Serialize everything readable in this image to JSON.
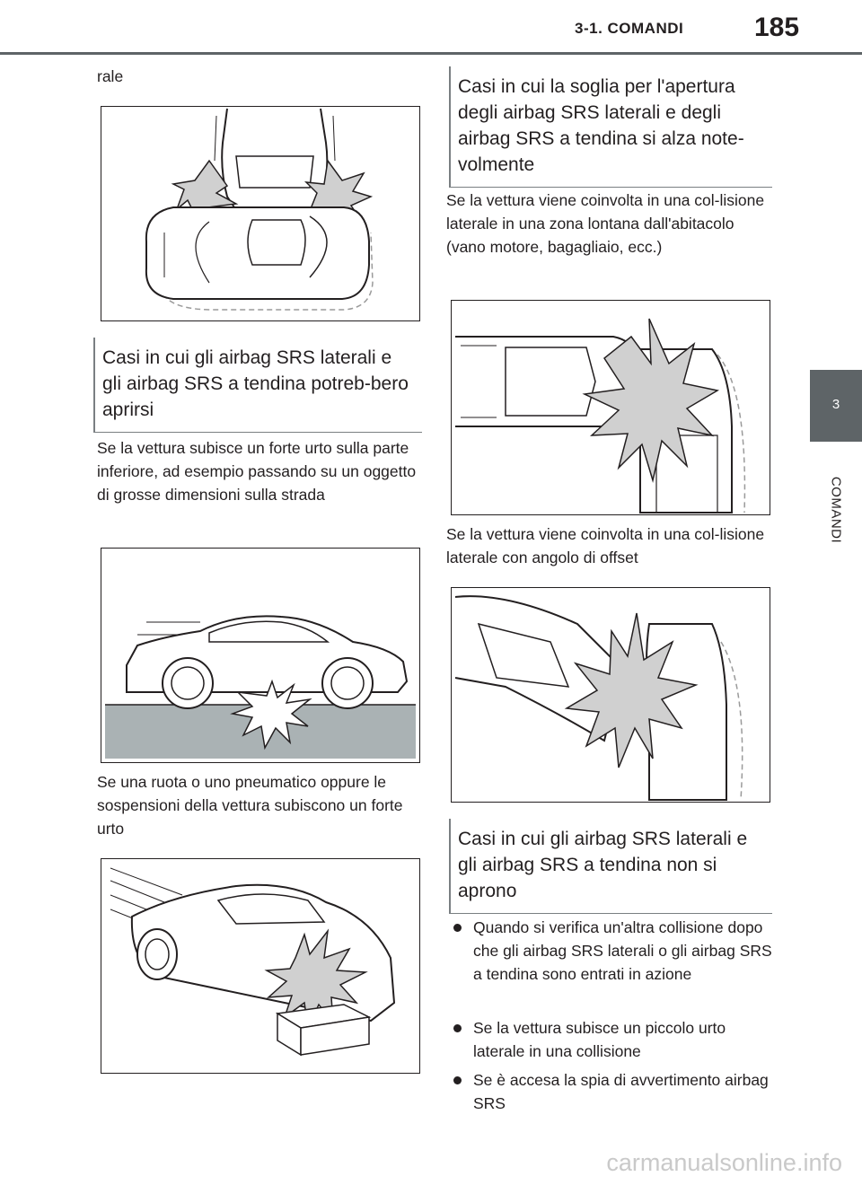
{
  "header": {
    "section": "3-1. COMANDI",
    "page": "185"
  },
  "side_tab": {
    "number": "3",
    "label": "COMANDI"
  },
  "left": {
    "continuation": "rale",
    "subheading1": "Casi in cui gli airbag SRS laterali e gli airbag SRS a tendina potreb-bero aprirsi",
    "para1": "Se la vettura subisce un forte urto sulla parte inferiore, ad esempio passando su un oggetto di grosse dimensioni sulla strada",
    "para2": "Se una ruota o uno pneumatico oppure le sospensioni della vettura subiscono un forte urto"
  },
  "right": {
    "subheading1": "Casi in cui la soglia per l'apertura degli airbag SRS laterali e degli airbag SRS a tendina si alza note-volmente",
    "para1": "Se la vettura viene coinvolta in una col-lisione laterale in una zona lontana dall'abitacolo (vano motore, bagagliaio, ecc.)",
    "para2": "Se la vettura viene coinvolta in una col-lisione laterale con angolo di offset",
    "subheading2": "Casi in cui gli airbag SRS laterali e gli airbag SRS a tendina non si aprono",
    "bullets": [
      "Quando si verifica un'altra collisione dopo che gli airbag SRS laterali o gli airbag SRS a tendina sono entrati in azione",
      "Se la vettura subisce un piccolo urto laterale in una collisione",
      "Se è accesa la spia di avvertimento airbag SRS"
    ]
  },
  "footer": {
    "watermark": "carmanualsonline.info"
  }
}
